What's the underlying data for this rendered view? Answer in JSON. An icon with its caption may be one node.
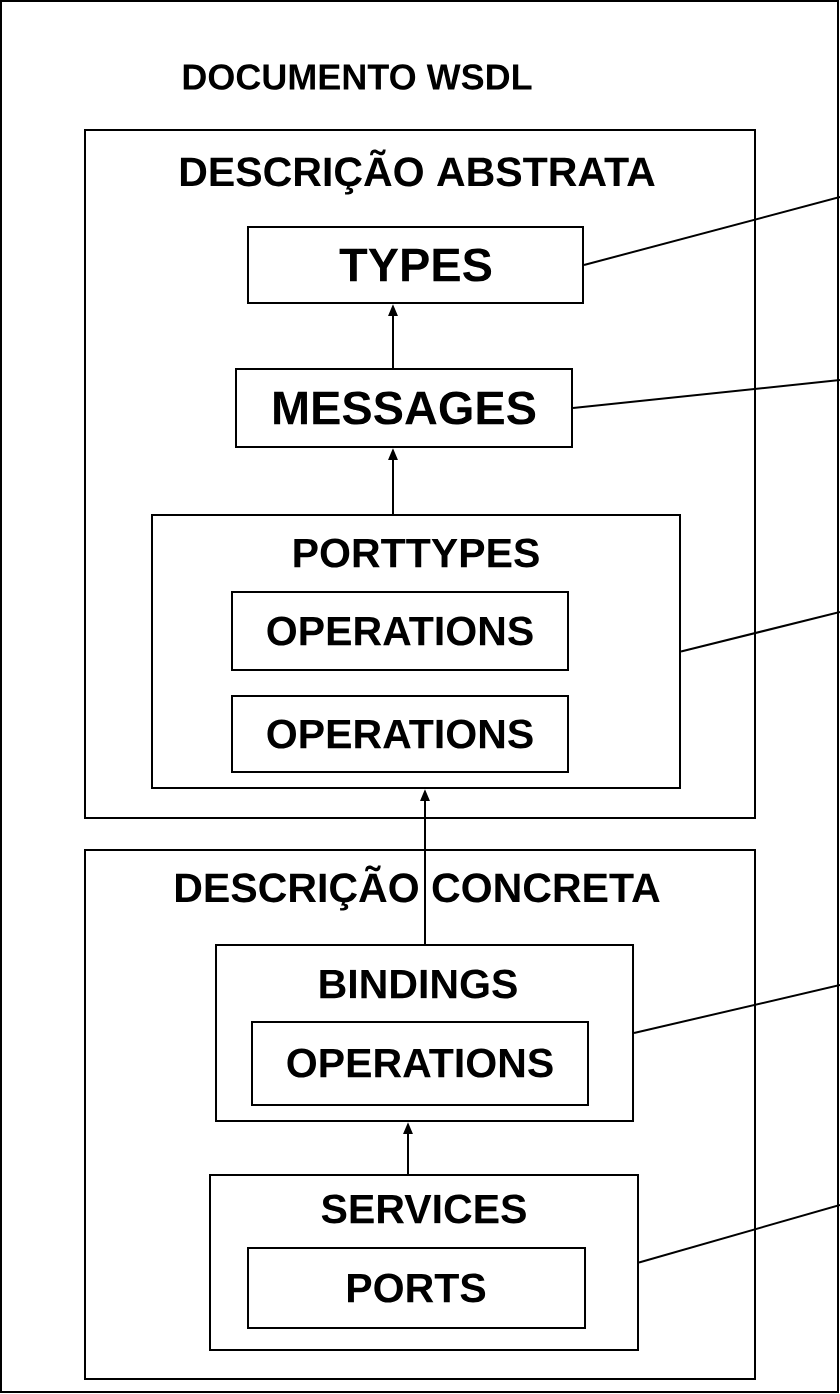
{
  "diagram": {
    "nodes": [
      {
        "text": [
          "DOCUMENTO WSDL"
        ]
      },
      {
        "text": [
          "DESCRIÇÃO ABSTRATA"
        ],
        "in": 0
      },
      {
        "text": [
          "TYPES"
        ],
        "in": 1
      },
      {
        "text": [
          "MESSAGES"
        ],
        "in": 1
      },
      {
        "text": [
          "PORTTYPES"
        ],
        "in": 1
      },
      {
        "text": [
          "OPERATIONS"
        ],
        "in": 4
      },
      {
        "text": [
          "OPERATIONS"
        ],
        "in": 4
      },
      {
        "text": [
          "DESCRIÇÃO CONCRETA"
        ],
        "in": 0
      },
      {
        "text": [
          "BINDINGS"
        ],
        "in": 7
      },
      {
        "text": [
          "OPERATIONS"
        ],
        "in": 8
      },
      {
        "text": [
          "SERVICES"
        ],
        "in": 7
      },
      {
        "text": [
          "PORTS"
        ],
        "in": 10
      }
    ],
    "edges": [
      {
        "from": 3,
        "to": 2,
        "arrow": "to"
      },
      {
        "from": 4,
        "to": 3,
        "arrow": "to"
      },
      {
        "from": 8,
        "to": 4,
        "arrow": "to"
      },
      {
        "from": 10,
        "to": 8,
        "arrow": "to"
      },
      {
        "from": 2,
        "to": null,
        "arrow": "none"
      },
      {
        "from": 3,
        "to": null,
        "arrow": "none"
      },
      {
        "from": 4,
        "to": null,
        "arrow": "none"
      },
      {
        "from": 8,
        "to": null,
        "arrow": "none"
      },
      {
        "from": 10,
        "to": null,
        "arrow": "none"
      }
    ]
  }
}
